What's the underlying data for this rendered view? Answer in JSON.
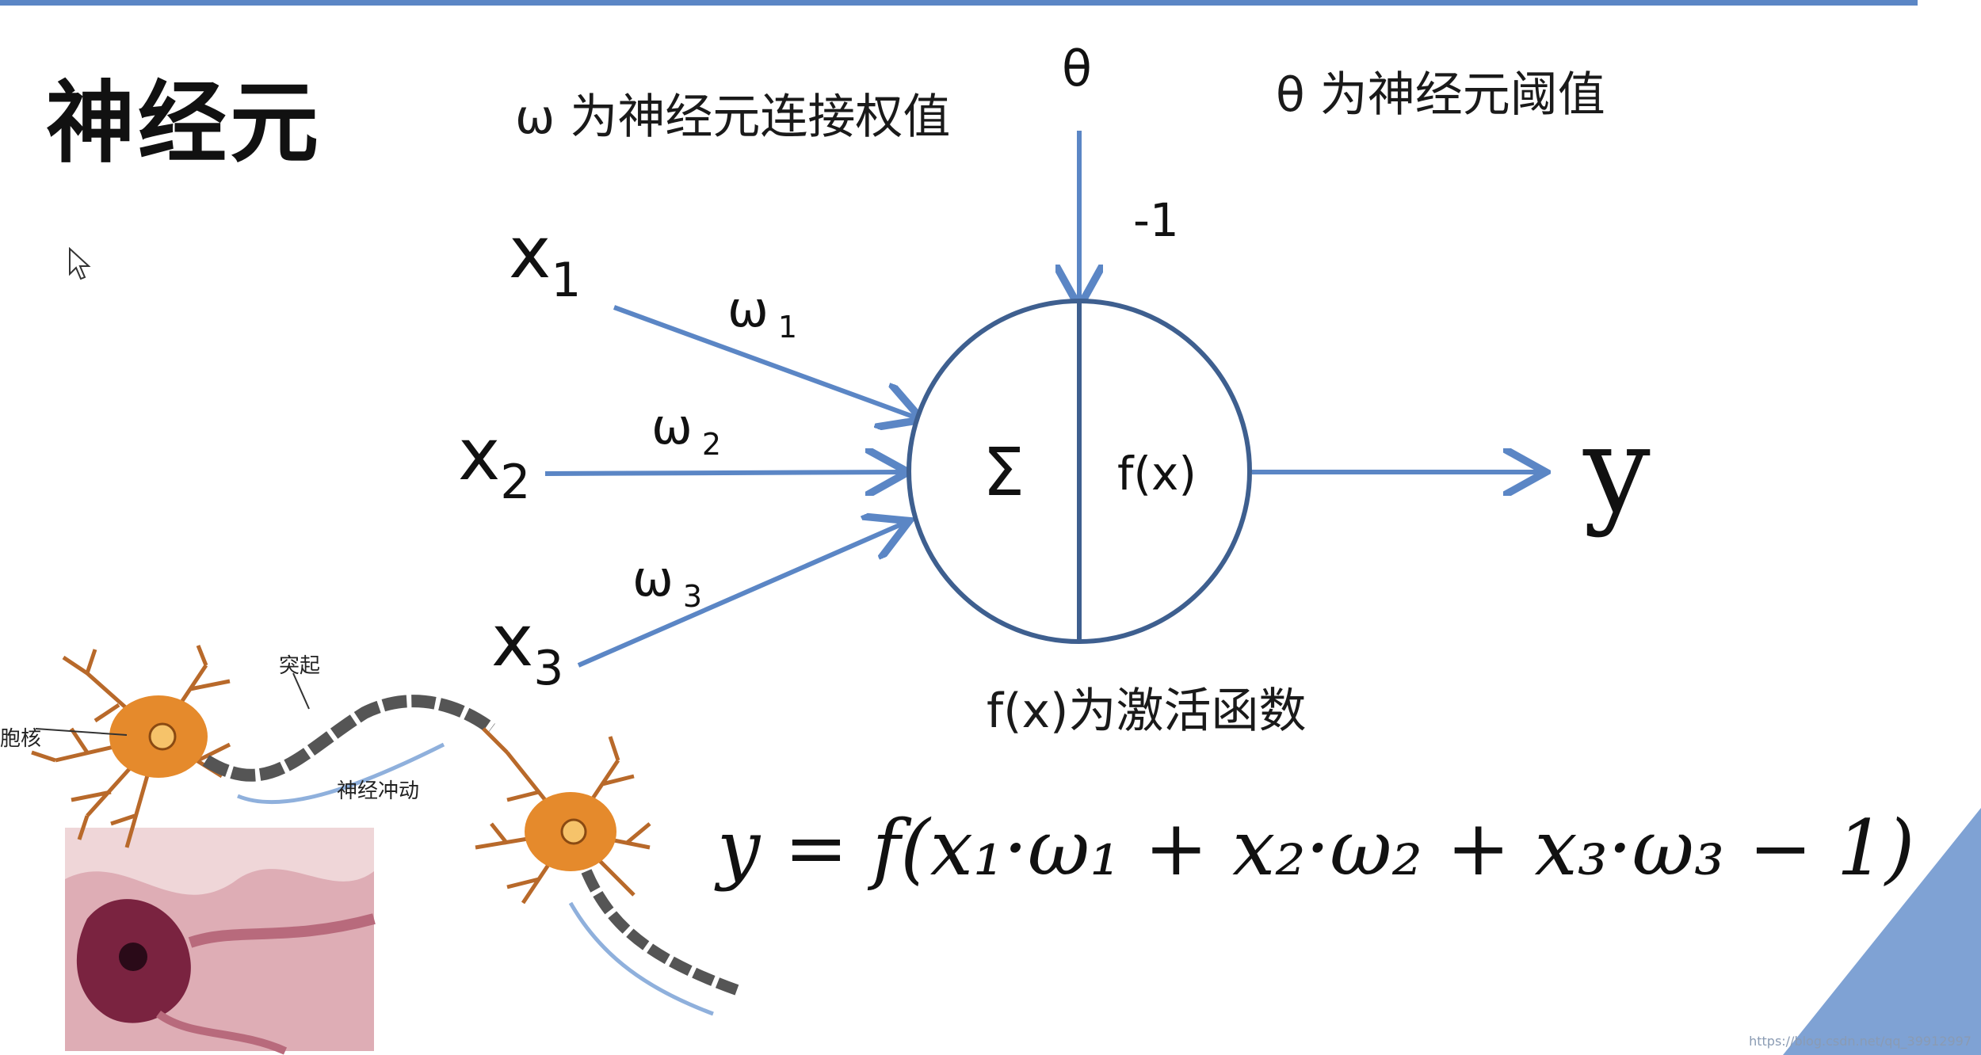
{
  "slide": {
    "title": "神经元",
    "weight_note": "ω 为神经元连接权值",
    "threshold_note": "θ 为神经元阈值",
    "activation_note": "f(x)为激活函数",
    "watermark": "https://blog.csdn.net/qq_39912997"
  },
  "neuron": {
    "inputs": [
      {
        "var": "x",
        "sub": "1",
        "weight": "ω",
        "wsub": "1"
      },
      {
        "var": "x",
        "sub": "2",
        "weight": "ω",
        "wsub": "2"
      },
      {
        "var": "x",
        "sub": "3",
        "weight": "ω",
        "wsub": "3"
      }
    ],
    "threshold_symbol": "θ",
    "threshold_input": "-1",
    "sum_symbol": "Σ",
    "activation_symbol": "f(x)",
    "output": "y"
  },
  "formula": "y =  f(x₁·ω₁ + x₂·ω₂ + x₃·ω₃ − 1)",
  "bio_figure": {
    "label_protrusion": "突起",
    "label_nucleus": "胞核",
    "label_impulse": "神经冲动"
  },
  "colors": {
    "arrow": "#5b86c5",
    "circle": "#3e5f8f",
    "accent_bar": "#5b86c5"
  }
}
